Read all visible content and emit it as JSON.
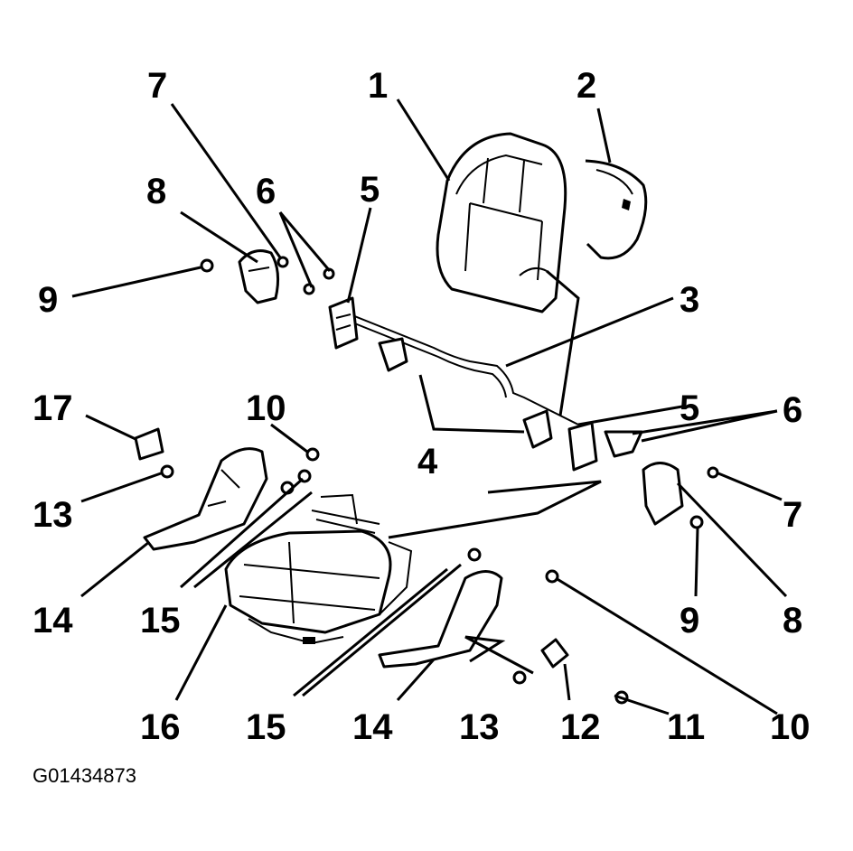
{
  "figure_code": "G01434873",
  "callouts": {
    "c1": "1",
    "c2": "2",
    "c3": "3",
    "c4": "4",
    "c5a": "5",
    "c5b": "5",
    "c6a": "6",
    "c6b": "6",
    "c7a": "7",
    "c7b": "7",
    "c8a": "8",
    "c8b": "8",
    "c9a": "9",
    "c9b": "9",
    "c10a": "10",
    "c10b": "10",
    "c11": "11",
    "c12": "12",
    "c13a": "13",
    "c13b": "13",
    "c14a": "14",
    "c14b": "14",
    "c15a": "15",
    "c15b": "15",
    "c16": "16",
    "c17": "17"
  },
  "colors": {
    "ink": "#000000",
    "background": "#ffffff"
  }
}
